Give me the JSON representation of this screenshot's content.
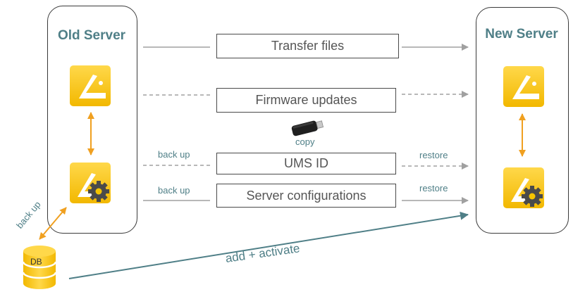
{
  "old_server": {
    "title": "Old Server"
  },
  "new_server": {
    "title": "New Server"
  },
  "processes": {
    "transfer_files": "Transfer files",
    "firmware_updates": "Firmware updates",
    "ums_id": "UMS ID",
    "server_configurations": "Server configurations"
  },
  "labels": {
    "copy": "copy",
    "back_up_ums_id": "back up",
    "back_up_config": "back up",
    "restore_ums_id": "restore",
    "restore_config": "restore",
    "db_back_up": "back up",
    "add_activate": "add + activate",
    "db": "DB"
  },
  "colors": {
    "accent_teal": "#4f7f87",
    "icon_yellow": "#f5c400",
    "arrow_orange": "#f0a020",
    "arrow_gray": "#a0a0a0"
  }
}
